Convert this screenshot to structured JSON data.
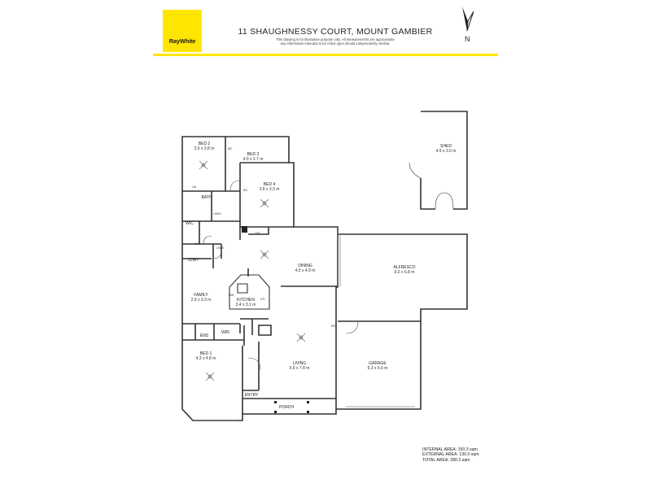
{
  "header": {
    "logo_text": "RayWhite",
    "title": "11 SHAUGHNESSY COURT, MOUNT GAMBIER",
    "disclaimer_line1": "This drawing is for illustrative purpose only. All measurements are approximate",
    "disclaimer_line2": "any information intended to be relied upon should independently verified.",
    "north_label": "N",
    "brand_color": "#ffe600"
  },
  "rooms": {
    "bed2": {
      "name": "BED 2",
      "dim": "3.0 x 3.8 m"
    },
    "bed3": {
      "name": "BED 3",
      "dim": "4.0 x 2.7 m"
    },
    "bed4": {
      "name": "BED 4",
      "dim": "3.8 x 3.3 m"
    },
    "shed": {
      "name": "SHED",
      "dim": "4.9 x 3.0 m"
    },
    "bath": {
      "name": "BATH"
    },
    "wc": {
      "name": "W/C"
    },
    "ldry": {
      "name": "LDRY"
    },
    "dining": {
      "name": "DINING",
      "dim": "4.5 x 4.9 m"
    },
    "alfresco": {
      "name": "ALFRESCO",
      "dim": "9.2 x 6.8 m"
    },
    "family": {
      "name": "FAMILY",
      "dim": "2.9 x 3.3 m"
    },
    "kitchen": {
      "name": "KITCHEN",
      "dim": "3.4 x 3.1 m"
    },
    "ens": {
      "name": "ENS"
    },
    "wir": {
      "name": "WIR"
    },
    "bed1": {
      "name": "BED 1",
      "dim": "4.3 x 4.8 m"
    },
    "living": {
      "name": "LIVING",
      "dim": "5.9 x 7.4 m"
    },
    "garage": {
      "name": "GARAGE",
      "dim": "6.3 x 6.6 m"
    },
    "entry": {
      "name": "ENTRY"
    },
    "porch": {
      "name": "PORCH"
    }
  },
  "small_labels": {
    "bic1": "BIC",
    "bic2": "BIC",
    "lin": "LIN",
    "linen": "LINEN",
    "wir_small": "WIR",
    "linen2": "LINEN",
    "fr": "F/R",
    "wo": "W/O",
    "pan": "PAN",
    "utl": "UTL"
  },
  "areas": {
    "internal": "INTERNAL AREA: 150.3 sqm",
    "external": "EXTERNAL AREA: 130.0 sqm",
    "total": "TOTAL AREA: 280.3 sqm"
  }
}
